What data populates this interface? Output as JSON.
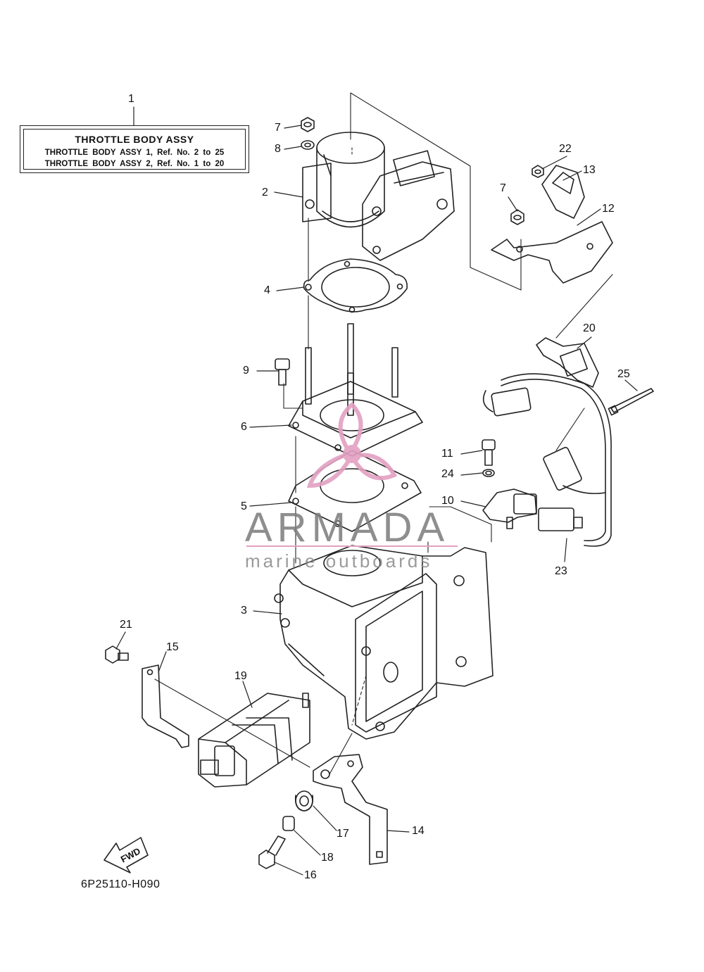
{
  "legend": {
    "title": "THROTTLE BODY ASSY",
    "line1": "THROTTLE BODY ASSY 1, Ref. No. 2 to 25",
    "line2": "THROTTLE BODY ASSY 2, Ref. No. 1 to 20"
  },
  "callouts": [
    "1",
    "2",
    "3",
    "4",
    "5",
    "6",
    "7",
    "7",
    "8",
    "9",
    "10",
    "11",
    "12",
    "13",
    "14",
    "15",
    "16",
    "17",
    "18",
    "19",
    "20",
    "21",
    "22",
    "23",
    "24",
    "25"
  ],
  "diagram_code": "6P25110-H090",
  "fwd_label": "FWD",
  "watermark": {
    "brand": "ARMADA",
    "tagline": "marine outboards",
    "accent_color": "#e3a0c2",
    "icon": "propeller-icon"
  },
  "colors": {
    "ink": "#222222",
    "watermark_gray": "#7b7b7b"
  }
}
